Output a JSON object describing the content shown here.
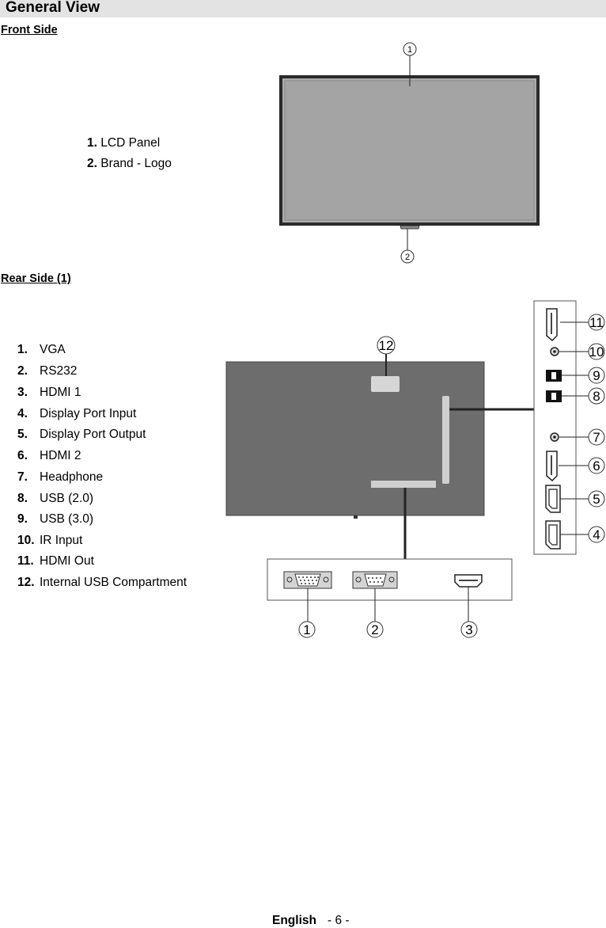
{
  "header": {
    "title": "General View"
  },
  "front": {
    "heading": "Front Side",
    "items": [
      {
        "num": "1.",
        "label": "LCD Panel"
      },
      {
        "num": "2.",
        "label": "Brand - Logo"
      }
    ],
    "callouts": [
      "1",
      "2"
    ]
  },
  "rear": {
    "heading": "Rear Side (1)",
    "items": [
      {
        "num": "1.",
        "label": "VGA"
      },
      {
        "num": "2.",
        "label": "RS232"
      },
      {
        "num": "3.",
        "label": "HDMI 1"
      },
      {
        "num": "4.",
        "label": "Display Port Input"
      },
      {
        "num": "5.",
        "label": "Display Port Output"
      },
      {
        "num": "6.",
        "label": "HDMI 2"
      },
      {
        "num": "7.",
        "label": "Headphone"
      },
      {
        "num": "8.",
        "label": "USB (2.0)"
      },
      {
        "num": "9.",
        "label": "USB (3.0)"
      },
      {
        "num": "10.",
        "label": "IR Input"
      },
      {
        "num": "11.",
        "label": "HDMI Out"
      },
      {
        "num": "12.",
        "label": "Internal USB Compartment"
      }
    ],
    "callouts": [
      "1",
      "2",
      "3",
      "4",
      "5",
      "6",
      "7",
      "8",
      "9",
      "10",
      "11",
      "12"
    ]
  },
  "footer": {
    "language": "English",
    "page": "- 6 -"
  }
}
